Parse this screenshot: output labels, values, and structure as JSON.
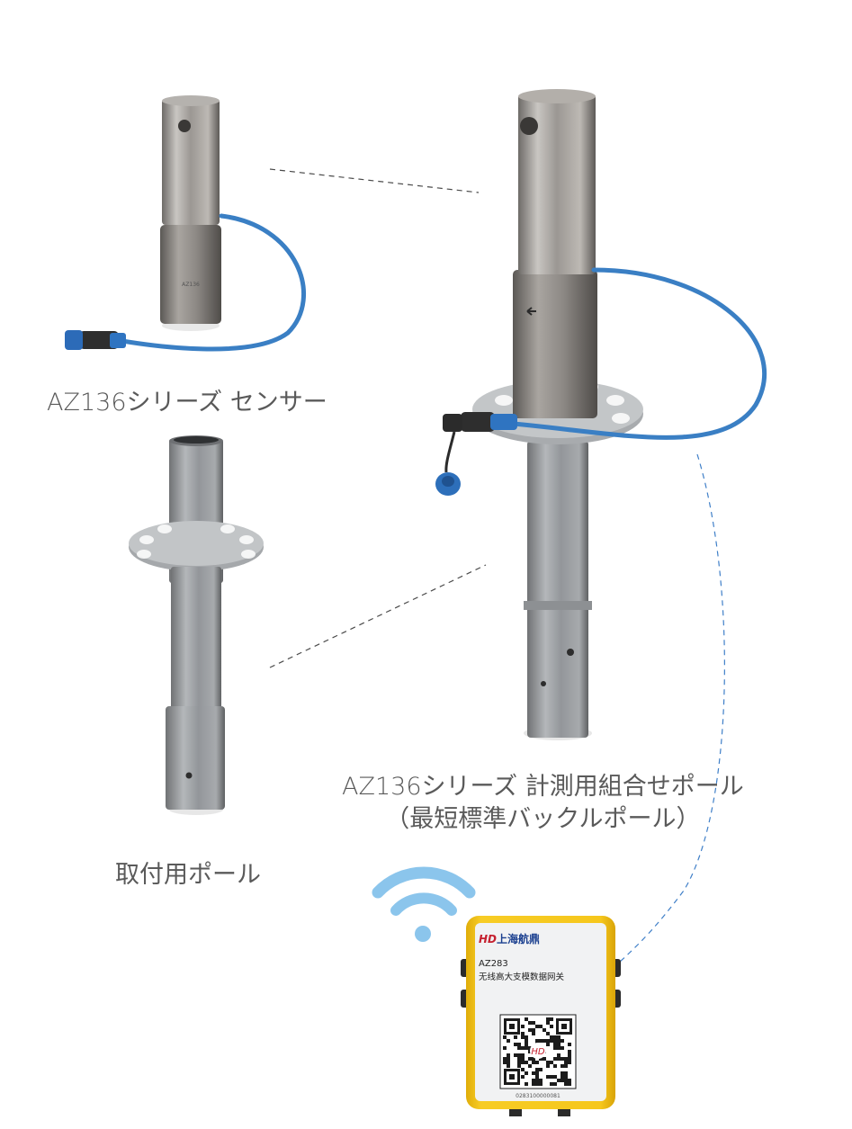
{
  "labels": {
    "sensor": "AZ136シリーズ センサー",
    "assembly_line1": "AZ136シリーズ 計測用組合せポール",
    "assembly_line2": "（最短標準バックルポール）",
    "pole": "取付用ポール"
  },
  "gateway": {
    "brand": "上海航鼎",
    "logo_mark": "HD",
    "model": "AZ283",
    "description": "无线高大支模数据网关",
    "serial": "0283100000081"
  },
  "colors": {
    "wifi": "#8bc5ec",
    "cable": "#3a7fc4",
    "gateway_body": "#f4c51a",
    "dash_line": "#4b4b4b",
    "dash_blue": "#3f7fc8"
  },
  "icons": [
    "wifi-icon",
    "qr-code-icon",
    "brand-logo-icon"
  ]
}
